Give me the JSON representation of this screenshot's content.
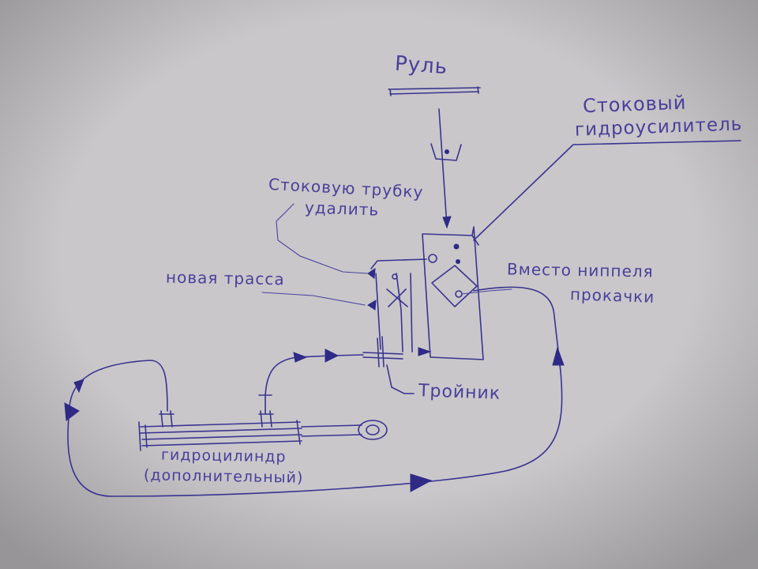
{
  "labels": {
    "steering": "Руль",
    "rack_power_steering_line1": "Стоковый",
    "rack_power_steering_line2": "гидроусилитель",
    "remove_stock_tube_line1": "Стоковую трубку",
    "remove_stock_tube_line2": "удалить",
    "new_route": "новая трасса",
    "instead_of_bleed_line1": "Вместо ниппеля",
    "instead_of_bleed_line2": "прокачки",
    "tee": "Тройник",
    "cylinder_line1": "гидроцилиндр",
    "cylinder_line2": "(дополнительный)"
  },
  "colors": {
    "paper": "#c9c7ca",
    "ink": "#3a3390",
    "text": "#4a3f9a"
  }
}
